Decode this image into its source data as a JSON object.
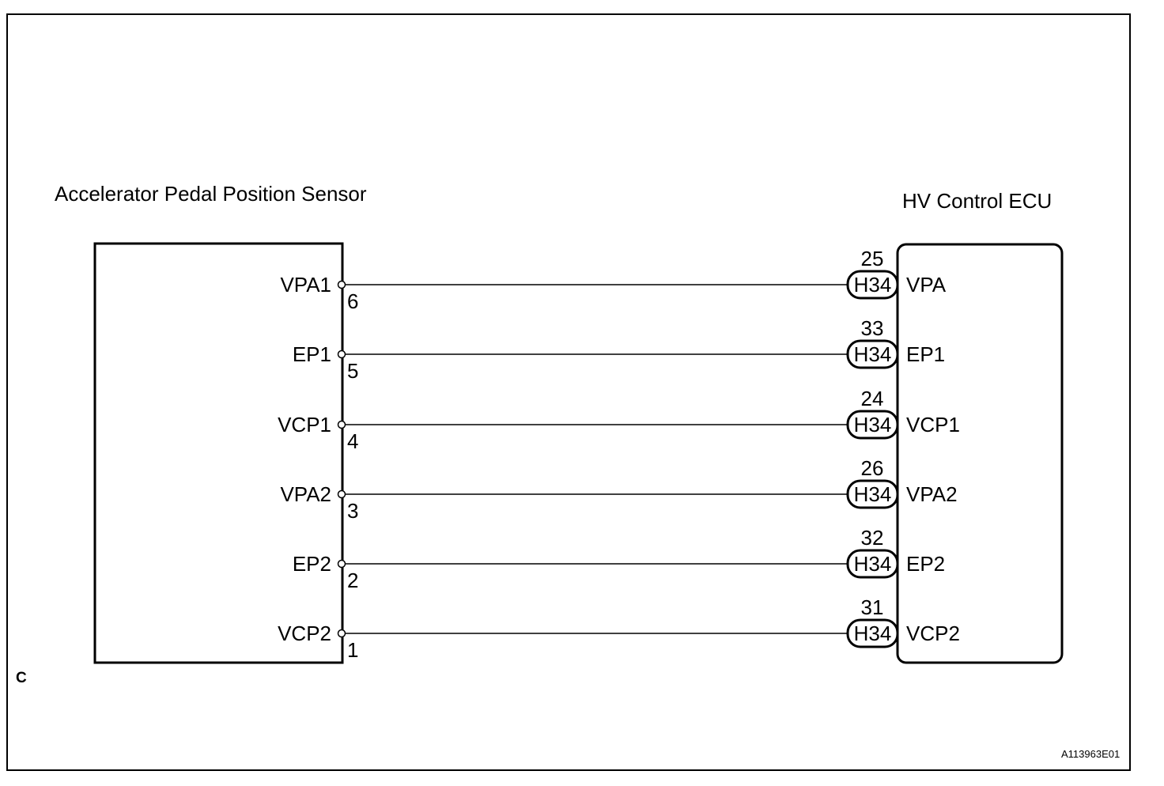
{
  "diagram": {
    "sensor": {
      "title": "Accelerator Pedal Position Sensor",
      "pins": [
        {
          "label": "VPA1",
          "number": "6"
        },
        {
          "label": "EP1",
          "number": "5"
        },
        {
          "label": "VCP1",
          "number": "4"
        },
        {
          "label": "VPA2",
          "number": "3"
        },
        {
          "label": "EP2",
          "number": "2"
        },
        {
          "label": "VCP2",
          "number": "1"
        }
      ]
    },
    "ecu": {
      "title": "HV Control ECU",
      "connector": "H34",
      "pins": [
        {
          "label": "VPA",
          "number": "25"
        },
        {
          "label": "EP1",
          "number": "33"
        },
        {
          "label": "VCP1",
          "number": "24"
        },
        {
          "label": "VPA2",
          "number": "26"
        },
        {
          "label": "EP2",
          "number": "32"
        },
        {
          "label": "VCP2",
          "number": "31"
        }
      ]
    },
    "corner_mark": "C",
    "figure_id": "A113963E01"
  }
}
